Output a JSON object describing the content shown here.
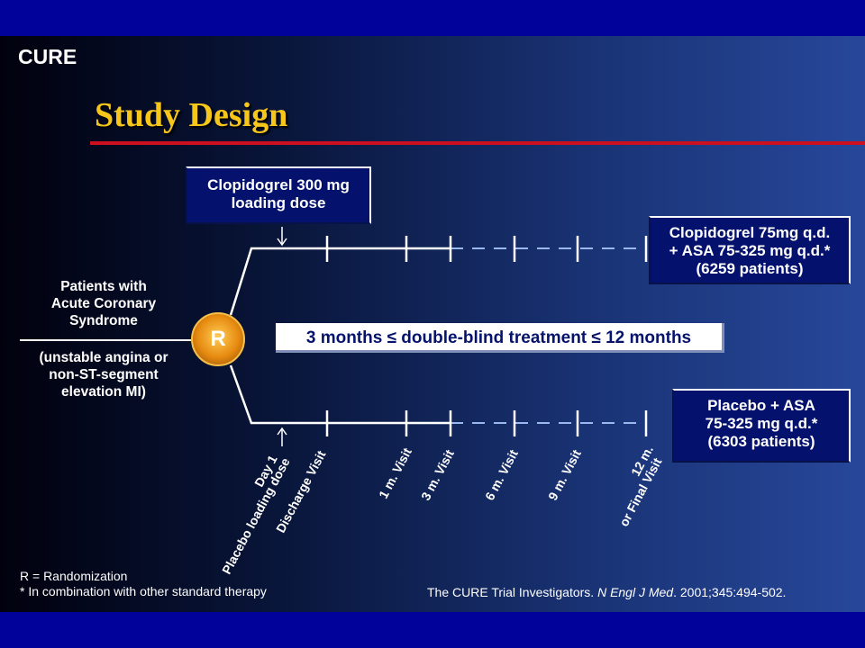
{
  "header": {
    "acronym": "CURE",
    "title": "Study Design"
  },
  "boxes": {
    "loading": [
      "Clopidogrel 300 mg",
      "loading dose"
    ],
    "clopidogrel_arm": [
      "Clopidogrel 75mg q.d.",
      "+ ASA 75-325 mg q.d.*",
      "(6259 patients)"
    ],
    "placebo_arm": [
      "Placebo + ASA",
      "75-325 mg q.d.*",
      "(6303 patients)"
    ],
    "duration": "3 months ≤ double-blind treatment ≤ 12 months"
  },
  "population": {
    "main": [
      "Patients with",
      "Acute Coronary",
      "Syndrome"
    ],
    "detail": [
      "(unstable angina or",
      "non-ST-segment",
      "elevation MI)"
    ]
  },
  "randomization_symbol": "R",
  "timepoints": [
    "Day 1",
    "Placebo loading dose",
    "Discharge Visit",
    "1 m. Visit",
    "3 m. Visit",
    "6 m. Visit",
    "9 m. Visit",
    "12 m.",
    "or Final Visit"
  ],
  "footnotes": {
    "left": [
      "R = Randomization",
      "* In combination with other standard therapy"
    ],
    "citation_pre": "The CURE Trial Investigators. ",
    "citation_journal": "N Engl J Med",
    "citation_post": ". 2001;345:494-502."
  },
  "colors": {
    "background": "#0a1a4f",
    "band": "#010299",
    "title": "#f7c61a",
    "rule": "#cc1020",
    "dashed": "#9ab8ee"
  }
}
